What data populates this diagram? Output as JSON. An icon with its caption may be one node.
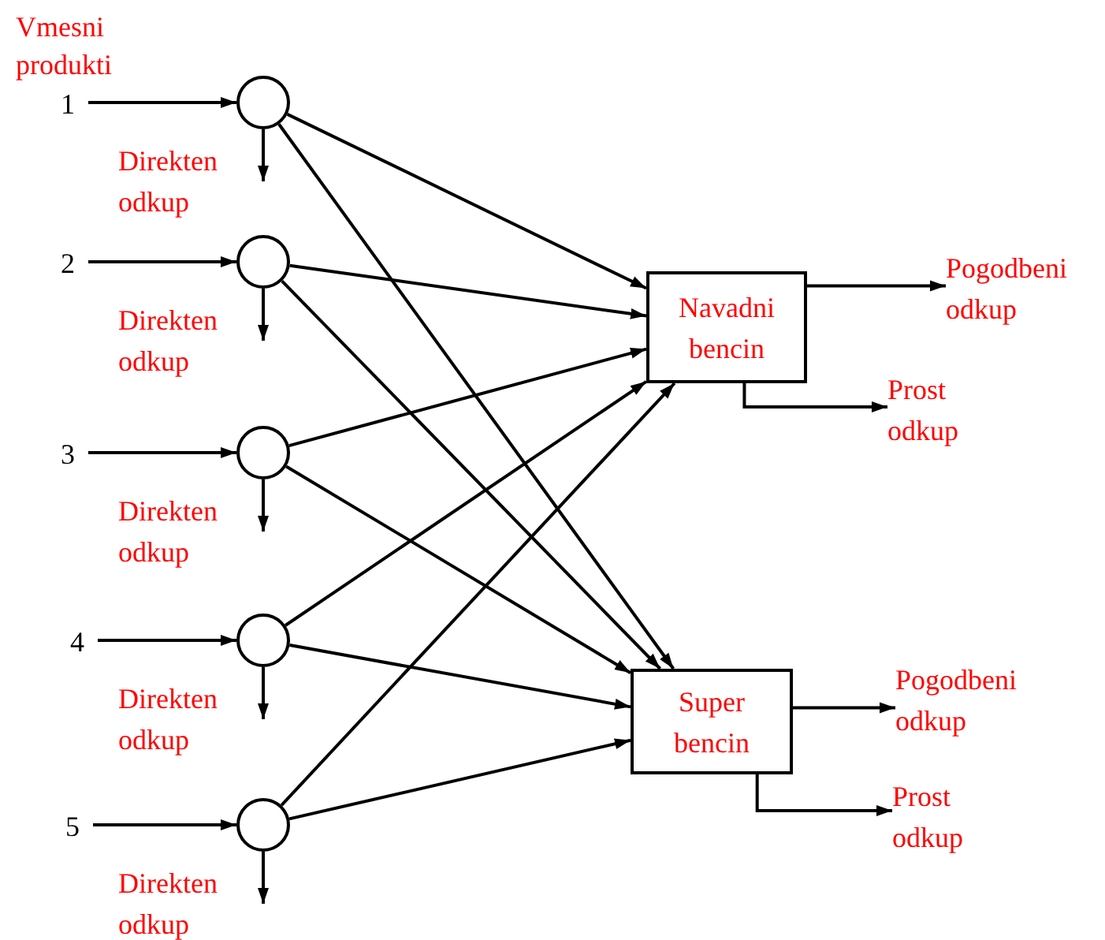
{
  "diagram": {
    "nodes": [
      {
        "text": [
          "1"
        ]
      },
      {
        "text": [
          "2"
        ]
      },
      {
        "text": [
          "3"
        ]
      },
      {
        "text": [
          "4"
        ]
      },
      {
        "text": [
          "5"
        ]
      },
      {
        "text": [],
        "shape": "circle"
      },
      {
        "text": [],
        "shape": "circle"
      },
      {
        "text": [],
        "shape": "circle"
      },
      {
        "text": [],
        "shape": "circle"
      },
      {
        "text": [],
        "shape": "circle"
      },
      {
        "text": [
          "Navadni bencin"
        ]
      },
      {
        "text": [
          "Super bencin"
        ]
      },
      {
        "text": [
          "Pogodbeni odkup"
        ]
      },
      {
        "text": [
          "Prost odkup"
        ]
      },
      {
        "text": [
          "Pogodbeni odkup"
        ]
      },
      {
        "text": [
          "Prost odkup"
        ]
      }
    ],
    "edges": [
      {
        "from": 0,
        "to": 5,
        "arrow": "to"
      },
      {
        "from": 1,
        "to": 6,
        "arrow": "to"
      },
      {
        "from": 2,
        "to": 7,
        "arrow": "to"
      },
      {
        "from": 3,
        "to": 8,
        "arrow": "to"
      },
      {
        "from": 4,
        "to": 9,
        "arrow": "to"
      },
      {
        "from": 5,
        "to": null,
        "arrow": "to",
        "label": "Direkten odkup"
      },
      {
        "from": 6,
        "to": null,
        "arrow": "to",
        "label": "Direkten odkup"
      },
      {
        "from": 7,
        "to": null,
        "arrow": "to",
        "label": "Direkten odkup"
      },
      {
        "from": 8,
        "to": null,
        "arrow": "to",
        "label": "Direkten odkup"
      },
      {
        "from": 9,
        "to": null,
        "arrow": "to",
        "label": "Direkten odkup"
      },
      {
        "from": 5,
        "to": 10,
        "arrow": "to"
      },
      {
        "from": 5,
        "to": 11,
        "arrow": "to"
      },
      {
        "from": 6,
        "to": 10,
        "arrow": "to"
      },
      {
        "from": 6,
        "to": 11,
        "arrow": "to"
      },
      {
        "from": 7,
        "to": 10,
        "arrow": "to"
      },
      {
        "from": 7,
        "to": 11,
        "arrow": "to"
      },
      {
        "from": 8,
        "to": 10,
        "arrow": "to"
      },
      {
        "from": 8,
        "to": 11,
        "arrow": "to"
      },
      {
        "from": 9,
        "to": 10,
        "arrow": "to"
      },
      {
        "from": 9,
        "to": 11,
        "arrow": "to"
      },
      {
        "from": 10,
        "to": 12,
        "arrow": "to"
      },
      {
        "from": 10,
        "to": 13,
        "arrow": "to"
      },
      {
        "from": 11,
        "to": 14,
        "arrow": "to"
      },
      {
        "from": 11,
        "to": 15,
        "arrow": "to"
      }
    ],
    "labels": [
      "Vmesni produkti"
    ]
  }
}
